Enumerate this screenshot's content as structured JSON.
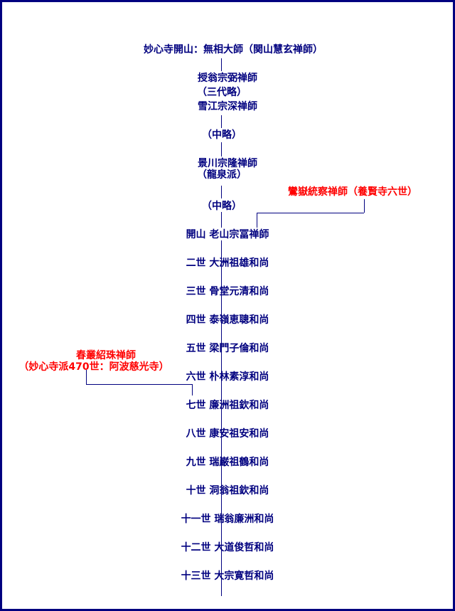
{
  "colors": {
    "frame": "#00007f",
    "text": "#00007f",
    "highlight": "#ff0000",
    "background": "#ffffff"
  },
  "lineage": [
    "妙心寺開山：無相大師（関山慧玄禅師）",
    "授翁宗弼禅師",
    "（三代略）",
    "雪江宗深禅師",
    "（中略）",
    "景川宗隆禅師",
    "（龍泉派）",
    "（中略）",
    "開山 老山宗冨禅師",
    "二世 大洲祖雄和尚",
    "三世 骨堂元清和尚",
    "四世 泰嶺恵聰和尚",
    "五世 梁門子倫和尚",
    "六世 朴林素淳和尚",
    "七世 廉洲祖欽和尚",
    "八世 康安祖安和尚",
    "九世 瑞巌祖鶴和尚",
    "十世 洞翁祖欽和尚",
    "十一世 瑞翁廉洲和尚",
    "十二世 大道俊哲和尚",
    "十三世 大宗寛哲和尚"
  ],
  "branches": {
    "right": "鸞嶽統察禅師（養賢寺六世）",
    "left_name": "春叢紹珠禅師",
    "left_note": "（妙心寺派470世：阿波慈光寺）"
  }
}
